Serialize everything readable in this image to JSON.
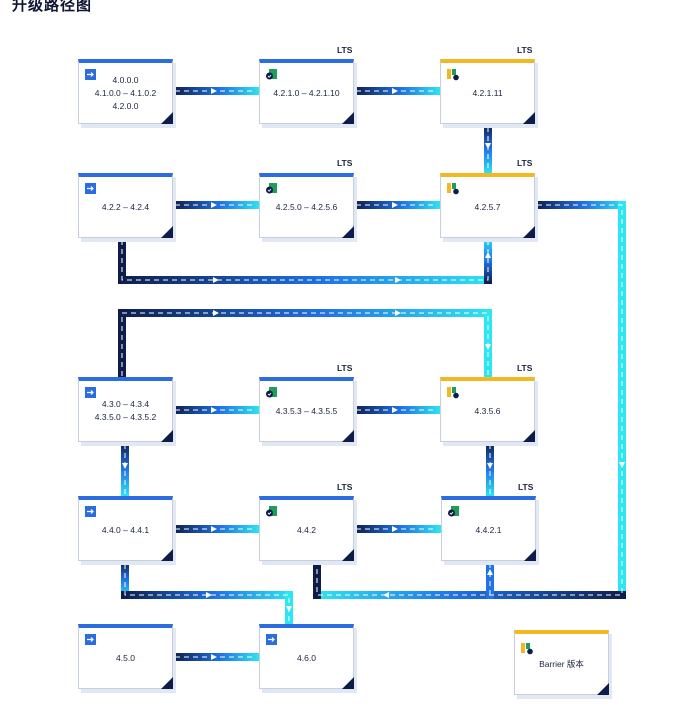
{
  "title": "升级路径图",
  "lts_label": "LTS",
  "colors": {
    "standard": "#2b6de1",
    "lts": "#1e9e58",
    "barrier": "#f3b821",
    "pipe_dark": "#0e1c4a",
    "pipe_light": "#2ee6f2"
  },
  "nodes": {
    "n1": {
      "label": "4.0.0.0\n4.1.0.0 – 4.1.0.2\n4.2.0.0",
      "icon": "standard-arrow-icon"
    },
    "n2": {
      "label": "4.2.1.0 – 4.2.1.10",
      "icon": "lts-icon"
    },
    "n3": {
      "label": "4.2.1.11",
      "icon": "barrier-icon"
    },
    "n4": {
      "label": "4.2.2 – 4.2.4",
      "icon": "standard-arrow-icon"
    },
    "n5": {
      "label": "4.2.5.0 – 4.2.5.6",
      "icon": "lts-icon"
    },
    "n6": {
      "label": "4.2.5.7",
      "icon": "barrier-icon"
    },
    "n7": {
      "label": "4.3.0 – 4.3.4\n4.3.5.0 – 4.3.5.2",
      "icon": "standard-arrow-icon"
    },
    "n8": {
      "label": "4.3.5.3 – 4.3.5.5",
      "icon": "lts-icon"
    },
    "n9": {
      "label": "4.3.5.6",
      "icon": "barrier-icon"
    },
    "n10": {
      "label": "4.4.0 – 4.4.1",
      "icon": "standard-arrow-icon"
    },
    "n11": {
      "label": "4.4.2",
      "icon": "lts-icon"
    },
    "n12": {
      "label": "4.4.2.1",
      "icon": "lts-icon"
    },
    "n13": {
      "label": "4.5.0",
      "icon": "standard-arrow-icon"
    },
    "n14": {
      "label": "4.6.0",
      "icon": "standard-arrow-icon"
    }
  },
  "legend": {
    "label": "Barrier 版本",
    "icon": "barrier-icon"
  }
}
